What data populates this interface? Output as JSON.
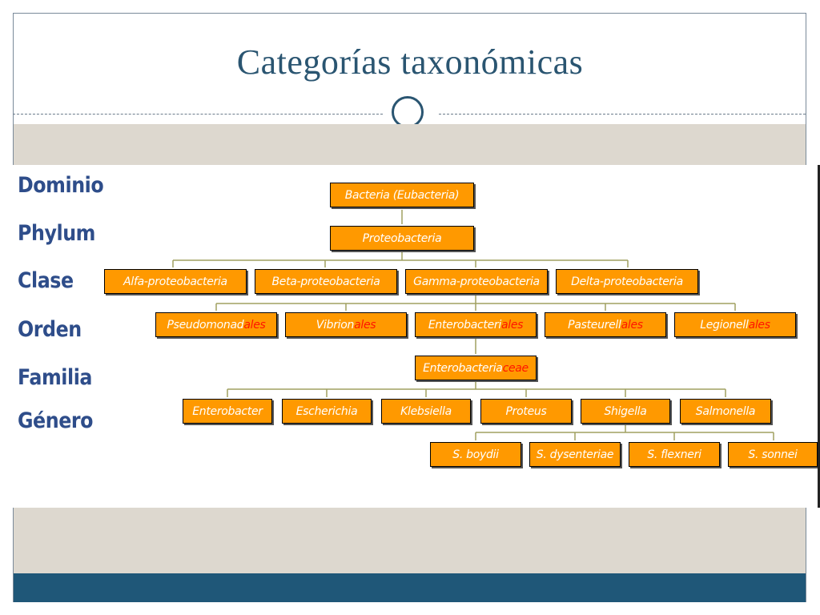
{
  "slide": {
    "title": "Categorías taxonómicas"
  },
  "ranks": [
    {
      "id": "dominio",
      "label": "Dominio"
    },
    {
      "id": "phylum",
      "label": "Phylum"
    },
    {
      "id": "clase",
      "label": "Clase"
    },
    {
      "id": "orden",
      "label": "Orden"
    },
    {
      "id": "familia",
      "label": "Familia"
    },
    {
      "id": "genero",
      "label": "Género"
    }
  ],
  "tree": {
    "dominio": {
      "base": "Bacteria (Eubacteria)",
      "suffix": ""
    },
    "phylum": {
      "base": "Proteobacteria",
      "suffix": ""
    },
    "clases": [
      {
        "base": "Alfa-proteobacteria",
        "suffix": ""
      },
      {
        "base": "Beta-proteobacteria",
        "suffix": ""
      },
      {
        "base": "Gamma-proteobacteria",
        "suffix": ""
      },
      {
        "base": "Delta-proteobacteria",
        "suffix": ""
      }
    ],
    "ordenes": [
      {
        "base": "Pseudomonad",
        "suffix": "ales"
      },
      {
        "base": "Vibrion",
        "suffix": "ales"
      },
      {
        "base": "Enterobacteri",
        "suffix": "ales"
      },
      {
        "base": "Pasteurell",
        "suffix": "ales"
      },
      {
        "base": "Legionell",
        "suffix": "ales"
      }
    ],
    "familia": {
      "base": "Enterobacteria",
      "suffix": "ceae"
    },
    "generos": [
      {
        "base": "Enterobacter",
        "suffix": ""
      },
      {
        "base": "Escherichia",
        "suffix": ""
      },
      {
        "base": "Klebsiella",
        "suffix": ""
      },
      {
        "base": "Proteus",
        "suffix": ""
      },
      {
        "base": "Shigella",
        "suffix": ""
      },
      {
        "base": "Salmonella",
        "suffix": ""
      }
    ],
    "especies": [
      {
        "base": "S. boydii",
        "suffix": ""
      },
      {
        "base": "S. dysenteriae",
        "suffix": ""
      },
      {
        "base": "S. flexneri",
        "suffix": ""
      },
      {
        "base": "S. sonnei",
        "suffix": ""
      }
    ]
  },
  "colors": {
    "title": "#2a5571",
    "rank_label": "#2e4d8a",
    "node_fill": "#ff9900",
    "node_text": "#ffffff",
    "suffix_text": "#ff1500",
    "connector": "#a0a060",
    "band": "#ddd8cf",
    "bottom_bar": "#1f5778"
  }
}
